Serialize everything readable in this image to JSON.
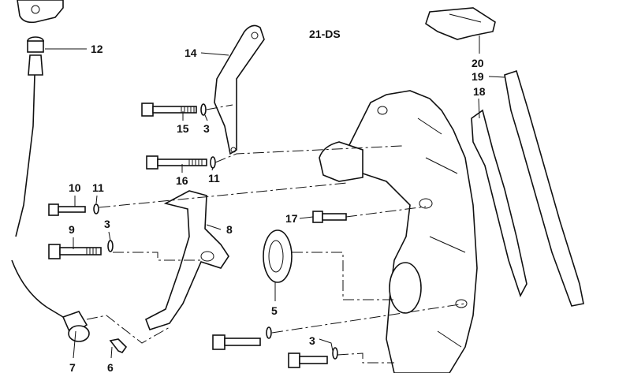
{
  "diagram": {
    "title": "21-DS",
    "callouts": [
      "12",
      "14",
      "20",
      "19",
      "18",
      "15",
      "3",
      "16",
      "11",
      "10",
      "11",
      "3",
      "9",
      "8",
      "17",
      "5",
      "7",
      "6",
      "3"
    ]
  }
}
